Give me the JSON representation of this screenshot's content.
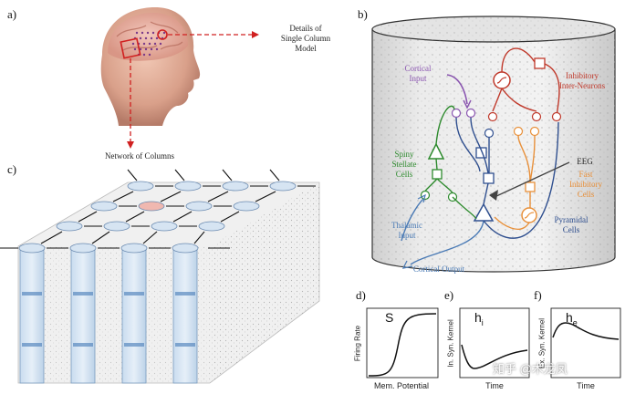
{
  "panels": {
    "a": {
      "letter": "a)",
      "details_label": "Details of\nSingle Column\nModel",
      "network_label": "Network of Columns"
    },
    "b": {
      "letter": "b)",
      "labels": {
        "cortical_input": "Cortical\nInput",
        "inhibitory": "Inhibitory\nInter-Neurons",
        "spiny": "Spiny\nStellate\nCells",
        "eeg": "EEG",
        "fast_inhib": "Fast\nInhibitory\nCells",
        "thalamic": "Thalamic\nInput",
        "pyramidal": "Pyramidal\nCells",
        "cortical_output": "Cortical Output"
      },
      "colors": {
        "cortical": "#8a55b0",
        "inhibitory": "#c0392b",
        "spiny": "#2e8b2e",
        "fast": "#e8903a",
        "thalamic": "#4a7ab5",
        "pyramidal": "#2f4f8f"
      }
    },
    "c": {
      "letter": "c)"
    },
    "d": {
      "letter": "d)",
      "symbol": "S",
      "ylabel": "Firing Rate",
      "xlabel": "Mem. Potential"
    },
    "e": {
      "letter": "e)",
      "symbol": "h",
      "sub": "i",
      "ylabel": "In. Syn. Kernel",
      "xlabel": "Time"
    },
    "f": {
      "letter": "f)",
      "symbol": "h",
      "sub": "e",
      "ylabel": "Ex. Syn. Kernel",
      "xlabel": "Time"
    }
  },
  "watermark": "知乎 @木龙凤"
}
